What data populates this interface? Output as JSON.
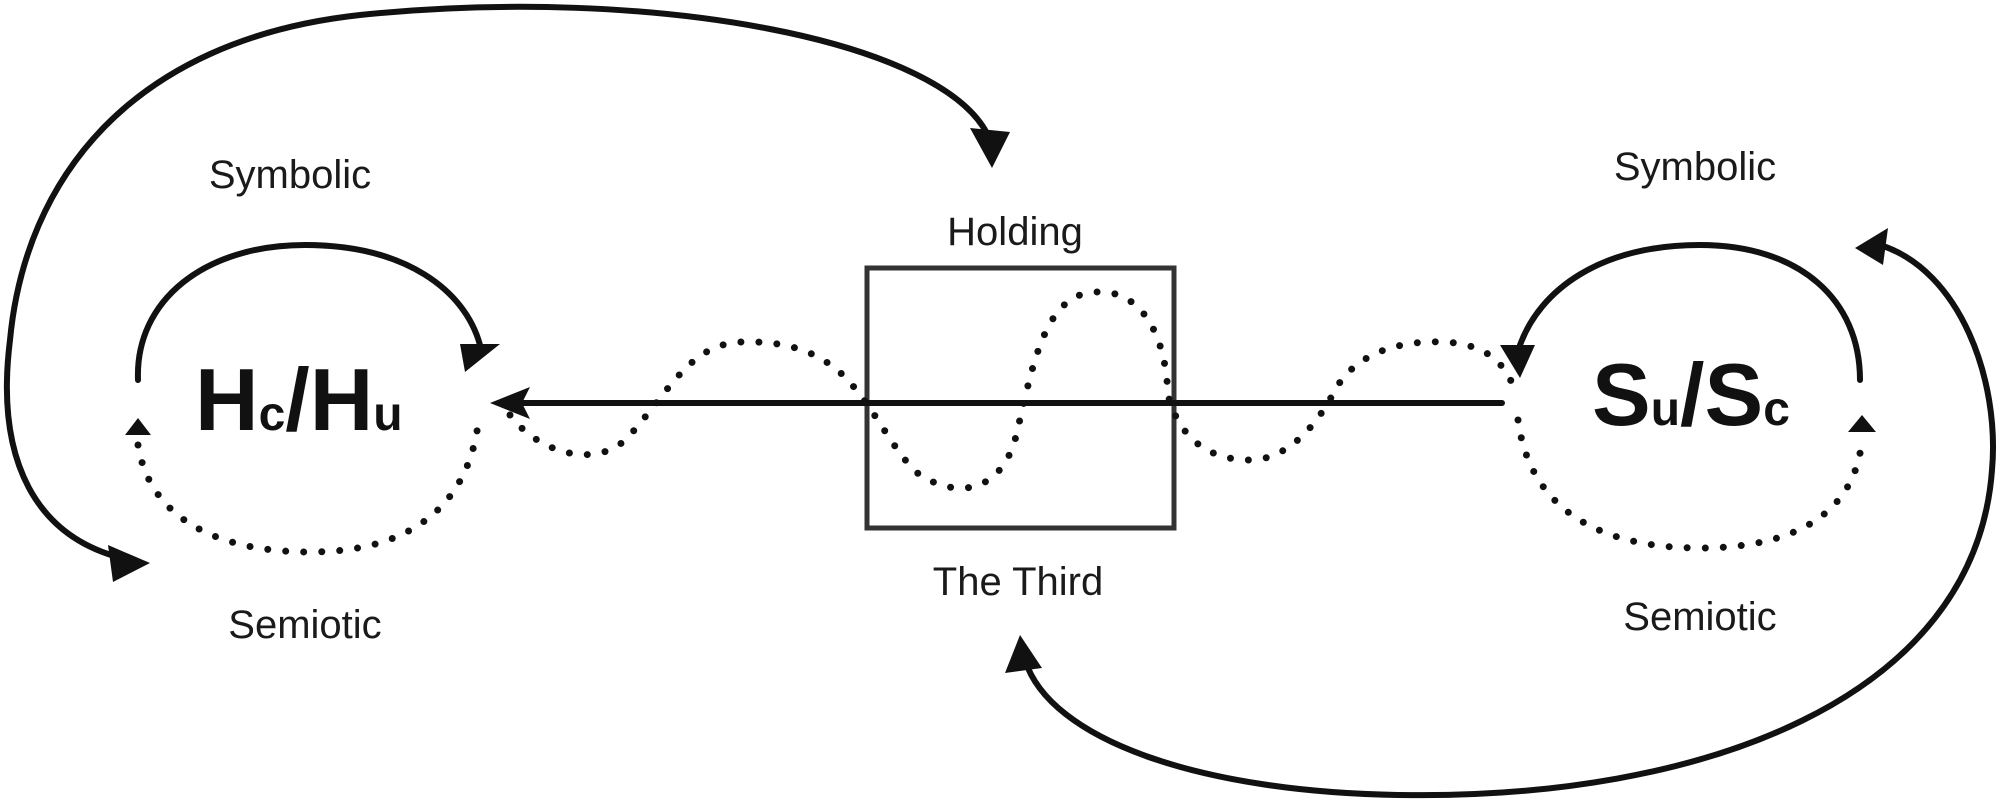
{
  "left": {
    "symbol_main_1": "H",
    "symbol_sub_1": "c",
    "separator": "/",
    "symbol_main_2": "H",
    "symbol_sub_2": "u",
    "top_label": "Symbolic",
    "bottom_label": "Semiotic"
  },
  "center": {
    "top_label": "Holding",
    "bottom_label": "The Third"
  },
  "right": {
    "symbol_main_1": "S",
    "symbol_sub_1": "u",
    "separator": "/",
    "symbol_main_2": "S",
    "symbol_sub_2": "c",
    "top_label": "Symbolic",
    "bottom_label": "Semiotic"
  }
}
